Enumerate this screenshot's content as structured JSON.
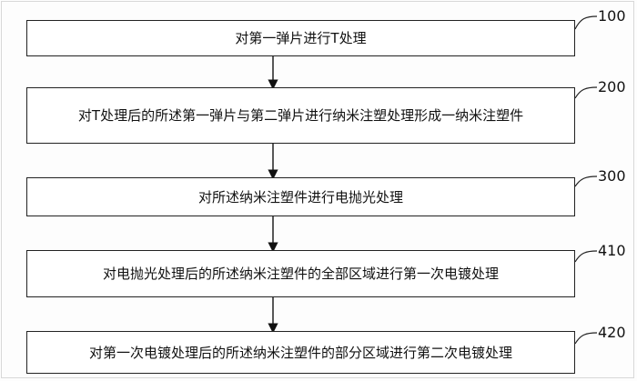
{
  "steps": [
    {
      "label": "100",
      "text": "对第一弹片进行T处理"
    },
    {
      "label": "200",
      "text": "对T处理后的所述第一弹片与第二弹片进行纳米注塑处理形成一纳米注塑件"
    },
    {
      "label": "300",
      "text": "对所述纳米注塑件进行电抛光处理"
    },
    {
      "label": "410",
      "text": "对电抛光处理后的所述纳米注塑件的全部区域进行第一次电镀处理"
    },
    {
      "label": "420",
      "text": "对第一次电镀处理后的所述纳米注塑件的部分区域进行第二次电镀处理"
    }
  ]
}
